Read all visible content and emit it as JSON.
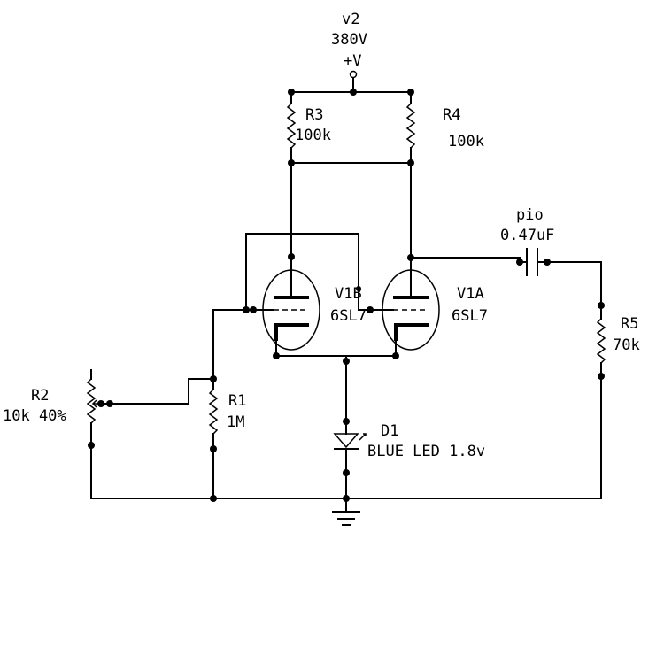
{
  "supply": {
    "name": "v2",
    "voltage": "380V",
    "symbol": "+V"
  },
  "resistors": {
    "r1": {
      "name": "R1",
      "value": "1M"
    },
    "r2": {
      "name": "R2",
      "value": "10k 40%"
    },
    "r3": {
      "name": "R3",
      "value": "100k"
    },
    "r4": {
      "name": "R4",
      "value": "100k"
    },
    "r5": {
      "name": "R5",
      "value": "70k"
    }
  },
  "capacitor": {
    "name": "pio",
    "value": "0.47uF"
  },
  "tubes": {
    "v1b": {
      "name": "V1B",
      "type": "6SL7"
    },
    "v1a": {
      "name": "V1A",
      "type": "6SL7"
    }
  },
  "diode": {
    "name": "D1",
    "value": "BLUE LED 1.8v"
  }
}
